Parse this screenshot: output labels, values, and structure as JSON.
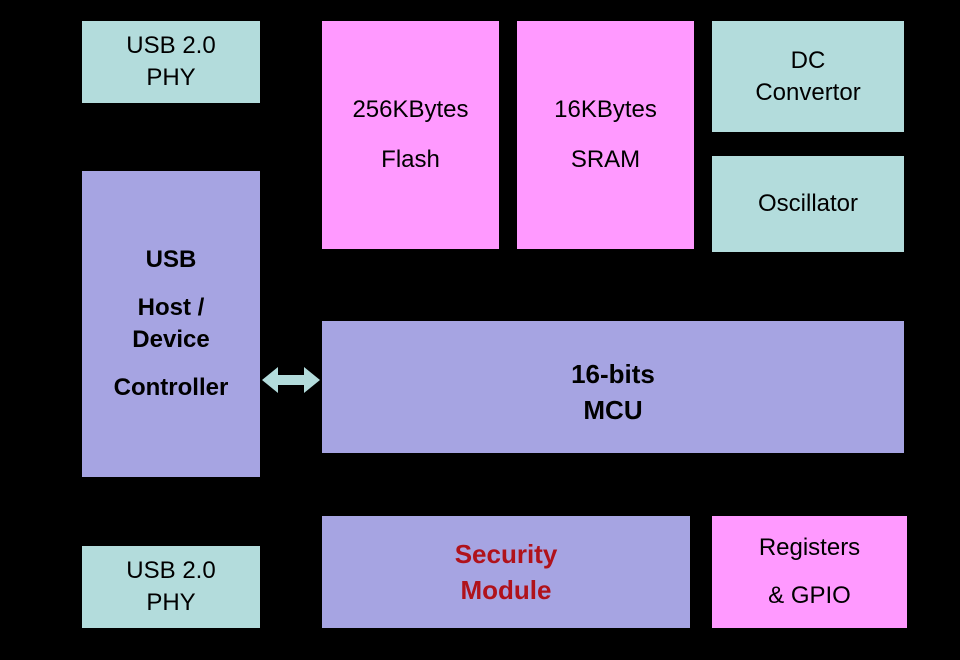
{
  "blocks": {
    "usb_phy_top": [
      "USB 2.0",
      "PHY"
    ],
    "flash": [
      "256KBytes",
      "Flash"
    ],
    "sram": [
      "16KBytes",
      "SRAM"
    ],
    "dc_convertor": [
      "DC",
      "Convertor"
    ],
    "oscillator": [
      "Oscillator"
    ],
    "usb_controller": [
      "USB",
      "Host /",
      "Device",
      "Controller"
    ],
    "mcu": [
      "16-bits",
      "MCU"
    ],
    "usb_phy_bottom": [
      "USB 2.0",
      "PHY"
    ],
    "security_module": [
      "Security",
      "Module"
    ],
    "registers_gpio": [
      "Registers",
      "& GPIO"
    ]
  },
  "colors": {
    "background": "#000000",
    "teal": "#b3dcdc",
    "pink": "#ff99ff",
    "lavender": "#a6a4e2",
    "security_text": "#b0121b",
    "arrow": "#b3dcdc"
  },
  "connectors": {
    "usb_controller_mcu": "double-arrow"
  }
}
